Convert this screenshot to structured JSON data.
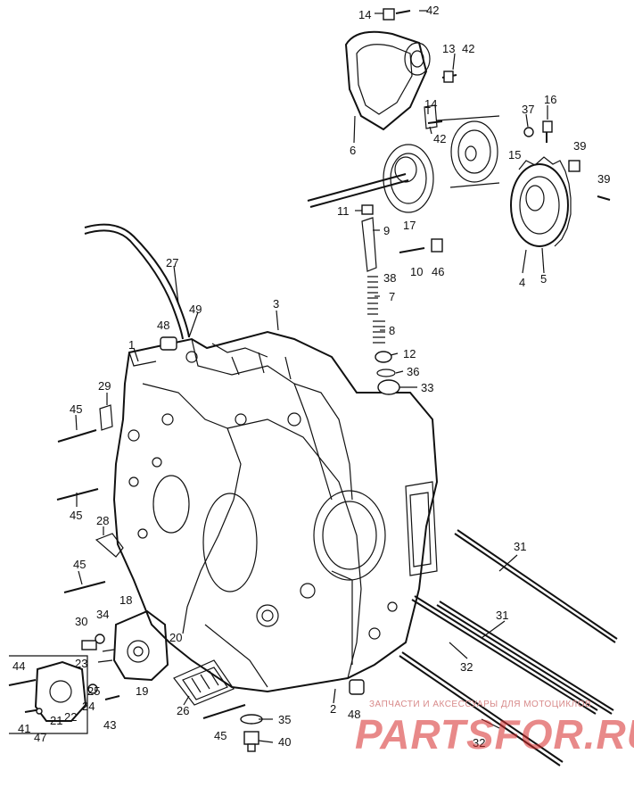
{
  "watermark": {
    "caption": "ЗАПЧАСТИ И АКСЕССУАРЫ ДЛЯ МОТОЦИКЛОВ",
    "brand": "PARTSFOR.RU",
    "color": "#d62828"
  },
  "callouts": [
    {
      "id": "c14a",
      "text": "14"
    },
    {
      "id": "c42a",
      "text": "42"
    },
    {
      "id": "c13",
      "text": "13"
    },
    {
      "id": "c42b",
      "text": "42"
    },
    {
      "id": "c14b",
      "text": "14"
    },
    {
      "id": "c42c",
      "text": "42"
    },
    {
      "id": "c6",
      "text": "6"
    },
    {
      "id": "c37",
      "text": "37"
    },
    {
      "id": "c16",
      "text": "16"
    },
    {
      "id": "c15",
      "text": "15"
    },
    {
      "id": "c39a",
      "text": "39"
    },
    {
      "id": "c39b",
      "text": "39"
    },
    {
      "id": "c11",
      "text": "11"
    },
    {
      "id": "c17",
      "text": "17"
    },
    {
      "id": "c9",
      "text": "9"
    },
    {
      "id": "c10",
      "text": "10"
    },
    {
      "id": "c46",
      "text": "46"
    },
    {
      "id": "c38",
      "text": "38"
    },
    {
      "id": "c4",
      "text": "4"
    },
    {
      "id": "c5",
      "text": "5"
    },
    {
      "id": "c27",
      "text": "27"
    },
    {
      "id": "c7",
      "text": "7"
    },
    {
      "id": "c3",
      "text": "3"
    },
    {
      "id": "c49",
      "text": "49"
    },
    {
      "id": "c48a",
      "text": "48"
    },
    {
      "id": "c8",
      "text": "8"
    },
    {
      "id": "c1",
      "text": "1"
    },
    {
      "id": "c12",
      "text": "12"
    },
    {
      "id": "c36",
      "text": "36"
    },
    {
      "id": "c29",
      "text": "29"
    },
    {
      "id": "c33",
      "text": "33"
    },
    {
      "id": "c45a",
      "text": "45"
    },
    {
      "id": "c45b",
      "text": "45"
    },
    {
      "id": "c28",
      "text": "28"
    },
    {
      "id": "c31a",
      "text": "31"
    },
    {
      "id": "c45c",
      "text": "45"
    },
    {
      "id": "c18",
      "text": "18"
    },
    {
      "id": "c31b",
      "text": "31"
    },
    {
      "id": "c30",
      "text": "30"
    },
    {
      "id": "c34",
      "text": "34"
    },
    {
      "id": "c20",
      "text": "20"
    },
    {
      "id": "c44",
      "text": "44"
    },
    {
      "id": "c23",
      "text": "23"
    },
    {
      "id": "c32a",
      "text": "32"
    },
    {
      "id": "c25",
      "text": "25"
    },
    {
      "id": "c19",
      "text": "19"
    },
    {
      "id": "c24",
      "text": "24"
    },
    {
      "id": "c22",
      "text": "22"
    },
    {
      "id": "c26",
      "text": "26"
    },
    {
      "id": "c2",
      "text": "2"
    },
    {
      "id": "c48b",
      "text": "48"
    },
    {
      "id": "c41",
      "text": "41"
    },
    {
      "id": "c21",
      "text": "21"
    },
    {
      "id": "c43",
      "text": "43"
    },
    {
      "id": "c35",
      "text": "35"
    },
    {
      "id": "c47",
      "text": "47"
    },
    {
      "id": "c45d",
      "text": "45"
    },
    {
      "id": "c40",
      "text": "40"
    },
    {
      "id": "c32b",
      "text": "32"
    }
  ]
}
